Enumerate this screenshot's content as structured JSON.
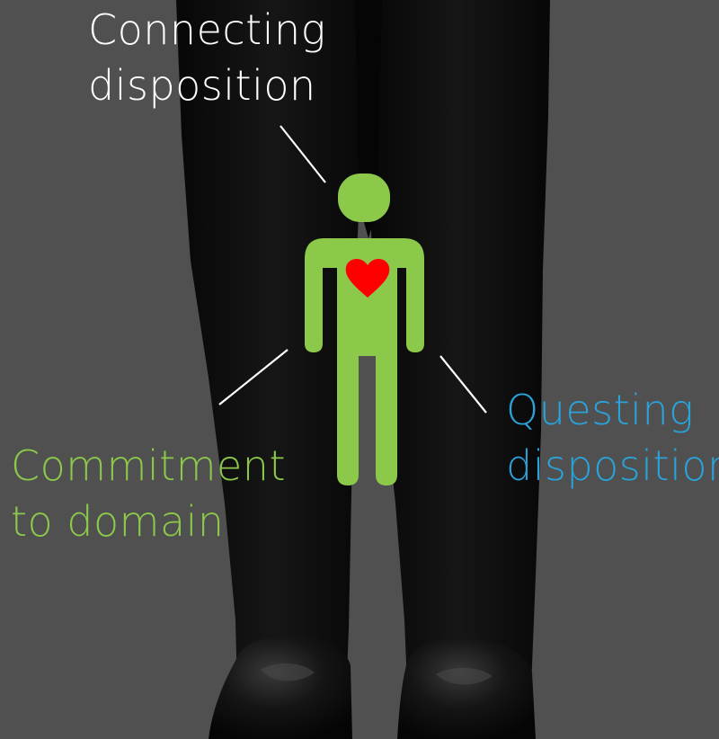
{
  "labels": {
    "connecting": {
      "line1": "Connecting",
      "line2": "disposition",
      "color": "#FFFFFF"
    },
    "commitment": {
      "line1": "Commitment",
      "line2": "to domain",
      "color": "#8CC94A"
    },
    "questing": {
      "line1": "Questing",
      "line2": "disposition",
      "color": "#2AA3DA"
    }
  },
  "colors": {
    "background": "#505050",
    "trousers": "#0c0c0c",
    "figure": "#8CC94A",
    "heart": "#FF0000",
    "connector": "#FFFFFF"
  },
  "icons": {
    "figure": "person-icon",
    "heart": "heart-icon"
  }
}
